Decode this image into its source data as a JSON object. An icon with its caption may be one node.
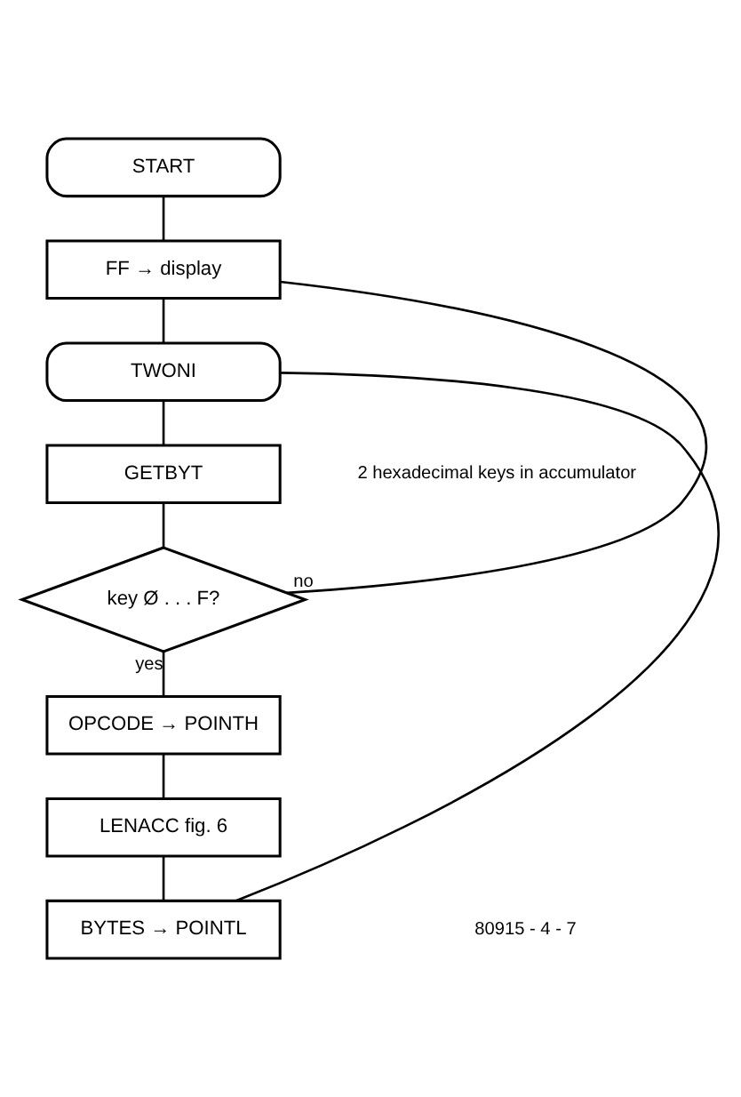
{
  "diagram": {
    "nodes": [
      {
        "text": [
          "START"
        ]
      },
      {
        "text": [
          "FF → display"
        ]
      },
      {
        "text": [
          "TWONI"
        ]
      },
      {
        "text": [
          "GETBYT"
        ]
      },
      {
        "text": [
          "key Ø . . . F?"
        ]
      },
      {
        "text": [
          "OPCODE → POINTH"
        ]
      },
      {
        "text": [
          "LENACC fig. 6"
        ]
      },
      {
        "text": [
          "BYTES → POINTL"
        ]
      }
    ],
    "edges": [
      {
        "from": 0,
        "to": 1,
        "arrow": "none"
      },
      {
        "from": 1,
        "to": 2,
        "arrow": "none"
      },
      {
        "from": 2,
        "to": 3,
        "arrow": "none"
      },
      {
        "from": 3,
        "to": 4,
        "arrow": "none"
      },
      {
        "from": 4,
        "to": 1,
        "arrow": "none",
        "label": "no"
      },
      {
        "from": 4,
        "to": 5,
        "arrow": "none",
        "label": "yes"
      },
      {
        "from": 5,
        "to": 6,
        "arrow": "none"
      },
      {
        "from": 6,
        "to": 7,
        "arrow": "none"
      },
      {
        "from": 7,
        "to": 2,
        "arrow": "none"
      }
    ],
    "labels": [
      "2 hexadecimal keys in accumulator",
      "80915 - 4 - 7"
    ]
  }
}
